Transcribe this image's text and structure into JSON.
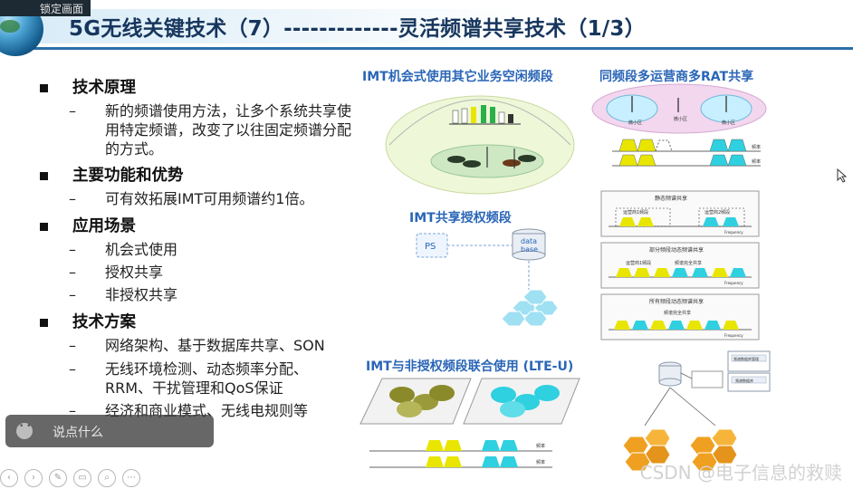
{
  "overlay": {
    "lock_label": "锁定画面",
    "input_placeholder": "说点什么"
  },
  "slide": {
    "title": "5G无线关键技术（7）-------------灵活频谱共享技术（1/3）",
    "outline": [
      {
        "heading": "技术原理",
        "items": [
          "新的频谱使用方法，让多个系统共享使用特定频谱，改变了以往固定频谱分配的方式。"
        ]
      },
      {
        "heading": "主要功能和优势",
        "items": [
          "可有效拓展IMT可用频谱约1倍。"
        ]
      },
      {
        "heading": "应用场景",
        "items": [
          "机会式使用",
          "授权共享",
          "非授权共享"
        ]
      },
      {
        "heading": "技术方案",
        "items": [
          "网络架构、基于数据库共享、SON",
          "无线环境检测、动态频率分配、RRM、干扰管理和QoS保证",
          "经济和商业模式、无线电规则等"
        ]
      }
    ],
    "diagrams": {
      "opportunistic": {
        "title": "IMT机会式使用其它业务空闲频段"
      },
      "same_band": {
        "title": "同频段多运营商多RAT共享",
        "cell_label": "微小区",
        "axis_label": "频率"
      },
      "licensed": {
        "title": "IMT共享授权频段",
        "ps_label": "PS",
        "db_label_1": "data",
        "db_label_2": "base"
      },
      "spectrum_stages": {
        "stage1": "静态频谱共享",
        "stage2": "部分频段动态频谱共享",
        "stage3": "所有频段动态频谱共享",
        "op1": "运营商1频段",
        "op2": "运营商2频段",
        "shared": "频谱完全共享",
        "freq": "Frequency"
      },
      "unlicensed": {
        "title": "IMT与非授权频段联合使用 (LTE-U)",
        "axis_label": "频率"
      },
      "arch": {
        "box1": "频谱数据库管理",
        "box2": "频谱数据库"
      }
    }
  },
  "watermark": "CSDN @电子信息的救赎",
  "colors": {
    "title": "#17365d",
    "diagram_title": "#2a66b7",
    "yellow": "#e8e600",
    "cyan": "#2fd0e0",
    "olive": "#8a8a2a",
    "orange": "#f0a020"
  }
}
